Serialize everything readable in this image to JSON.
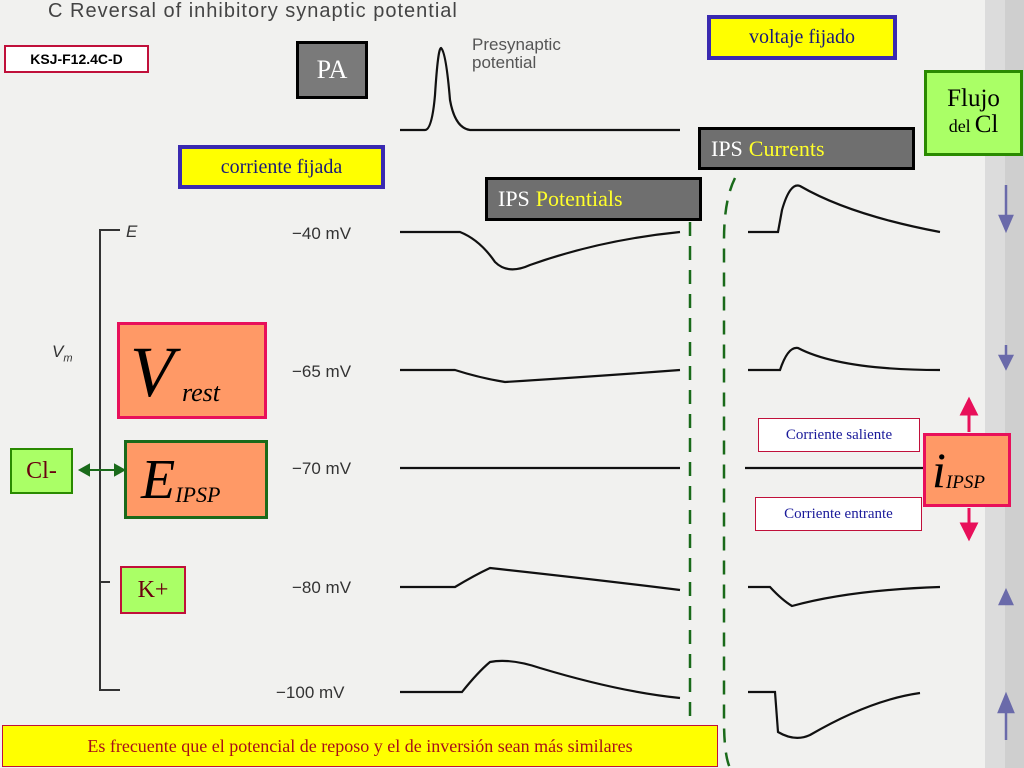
{
  "figure": {
    "heading": "C  Reversal of inhibitory synaptic potential",
    "presynaptic_line1": "Presynaptic",
    "presynaptic_line2": "potential",
    "axis_e_label": "E",
    "axis_vm_label": "V",
    "axis_vm_sub": "m",
    "voltages": [
      "−40 mV",
      "−65 mV",
      "−70 mV",
      "−80 mV",
      "−100 mV"
    ]
  },
  "labels": {
    "tag": "KSJ-F12.4C-D",
    "pa": "PA",
    "voltaje_fijado": "voltaje fijado",
    "corriente_fijada": "corriente fijada",
    "ips_currents_a": "IPS",
    "ips_currents_b": "Currents",
    "ips_potentials_a": "IPS",
    "ips_potentials_b": "Potentials",
    "flujo_line1": "Flujo",
    "flujo_line2a": "del",
    "flujo_line2b": "Cl",
    "v_main": "V",
    "v_sub": "rest",
    "e_main": "E",
    "e_sub": "IPSP",
    "cl_minus": "Cl-",
    "k_plus": "K+",
    "corriente_saliente": "Corriente saliente",
    "corriente_entrante": "Corriente entrante",
    "i_main": "i",
    "i_sub": "IPSP",
    "bottom_note": "Es frecuente que el potencial de reposo y el de inversión sean más similares"
  },
  "colors": {
    "yellow": "#ffff00",
    "orange": "#ff9966",
    "green_box": "#aaff66",
    "pink_arrow": "#e8105a",
    "blue_arrow": "#6a6aaa",
    "dashed_green": "#1a6a1a"
  }
}
